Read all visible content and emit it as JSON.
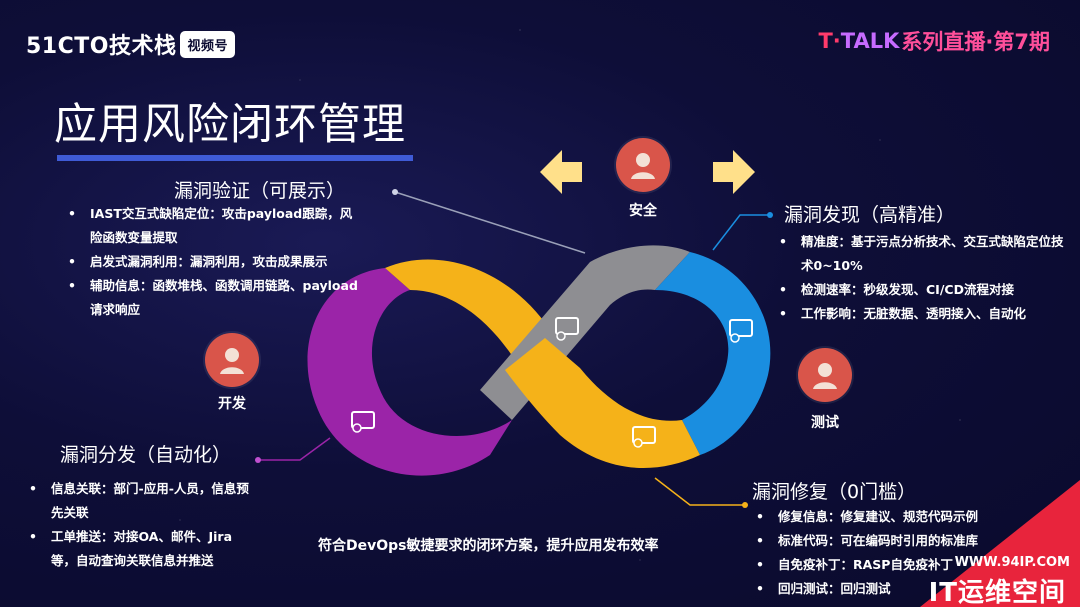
{
  "brand": {
    "logo_text": "51CTO技术栈",
    "logo_badge": "视频号"
  },
  "series": {
    "part1": "T·",
    "part2": "TALK",
    "part3": "系列直播·第7期"
  },
  "title": "应用风险闭环管理",
  "roles": {
    "security": "安全",
    "dev": "开发",
    "test": "测试"
  },
  "sections": {
    "verify": {
      "heading": "漏洞验证（可展示）",
      "items": [
        "IAST交互式缺陷定位：攻击payload跟踪，风险函数变量提取",
        "启发式漏洞利用：漏洞利用，攻击成果展示",
        "辅助信息：函数堆栈、函数调用链路、payload请求响应"
      ]
    },
    "discover": {
      "heading": "漏洞发现（高精准）",
      "items": [
        "精准度：基于污点分析技术、交互式缺陷定位技术0~10%",
        "检测速率：秒级发现、CI/CD流程对接",
        "工作影响：无脏数据、透明接入、自动化"
      ]
    },
    "dispatch": {
      "heading": "漏洞分发（自动化）",
      "items": [
        "信息关联：部门-应用-人员，信息预先关联",
        "工单推送：对接OA、邮件、Jira等，自动查询关联信息并推送"
      ]
    },
    "fix": {
      "heading": "漏洞修复（0门槛）",
      "items": [
        "修复信息：修复建议、规范代码示例",
        "标准代码：可在编码时引用的标准库",
        "自免疫补丁：RASP自免疫补丁",
        "回归测试：回归测试"
      ]
    }
  },
  "summary": "符合DevOps敏捷要求的闭环方案，提升应用发布效率",
  "watermark": {
    "url": "WWW.94IP.COM",
    "text": "IT运维空间"
  },
  "colors": {
    "purple": "#9b24a8",
    "yellow": "#f5b219",
    "gray": "#8e8e92",
    "blue": "#1a8ee0",
    "arrow": "#ffe08a",
    "person": "#d9554a",
    "accent_bar": "#3f5bd6"
  }
}
